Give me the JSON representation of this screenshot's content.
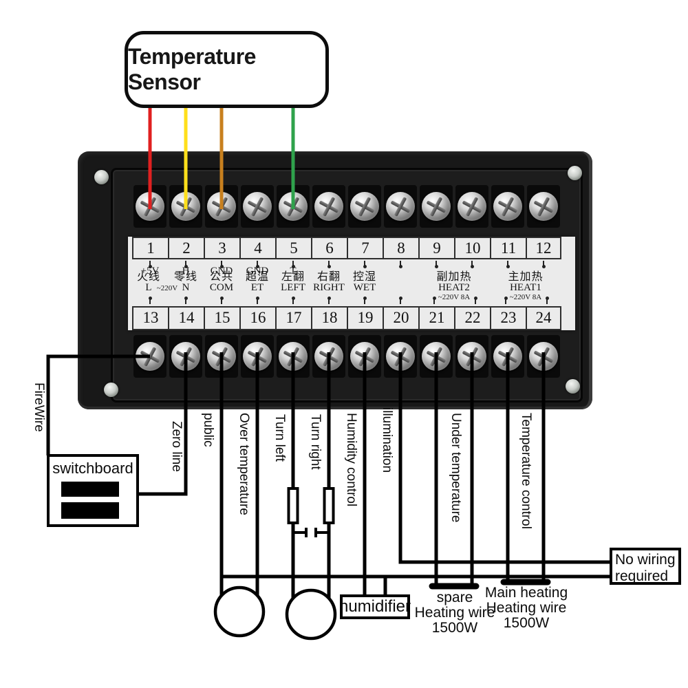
{
  "sensor": {
    "label": "Temperature Sensor",
    "wires": [
      {
        "name": "red-wire",
        "color": "#e02020"
      },
      {
        "name": "yellow-wire",
        "color": "#ffdf1b"
      },
      {
        "name": "orange-wire",
        "color": "#c8801e"
      },
      {
        "name": "green-wire",
        "color": "#2fa24c"
      }
    ]
  },
  "strip": {
    "top_numbers": [
      "1",
      "2",
      "3",
      "4",
      "5",
      "6",
      "7",
      "8",
      "9",
      "10",
      "11",
      "12"
    ],
    "bottom_numbers": [
      "13",
      "14",
      "15",
      "16",
      "17",
      "18",
      "19",
      "20",
      "21",
      "22",
      "23",
      "24"
    ],
    "functions": [
      "+5V",
      "H",
      "GND",
      "GND",
      "T"
    ],
    "volt": "~220V",
    "pins": [
      {
        "cn": "火线",
        "en": "L"
      },
      {
        "cn": "零线",
        "en": "N"
      },
      {
        "cn": "公共",
        "en": "COM"
      },
      {
        "cn": "超温",
        "en": "ET"
      },
      {
        "cn": "左翻",
        "en": "LEFT"
      },
      {
        "cn": "右翻",
        "en": "RIGHT"
      },
      {
        "cn": "控湿",
        "en": "WET"
      },
      {
        "cn": "副加热",
        "en": "HEAT2",
        "sub": "~220V 8A"
      },
      {
        "cn": "主加热",
        "en": "HEAT1",
        "sub": "~220V 8A"
      }
    ]
  },
  "wire_labels": {
    "firewire": "FireWire",
    "zero_line": "Zero line",
    "public": "public",
    "over_temperature": "Over temperature",
    "turn_left": "Turn left",
    "turn_right": "Turn right",
    "humidity_control": "Humidity control",
    "illumination": "illumination",
    "under_temperature": "Under temperature",
    "temperature_control": "Temperature control"
  },
  "components": {
    "switchboard": "switchboard",
    "humidifier": "humidifier",
    "no_wiring": [
      "No wiring",
      "required"
    ],
    "spare_heater": [
      "spare",
      "Heating wire",
      "1500W"
    ],
    "main_heater": [
      "Main heating",
      "Heating wire",
      "1500W"
    ]
  }
}
